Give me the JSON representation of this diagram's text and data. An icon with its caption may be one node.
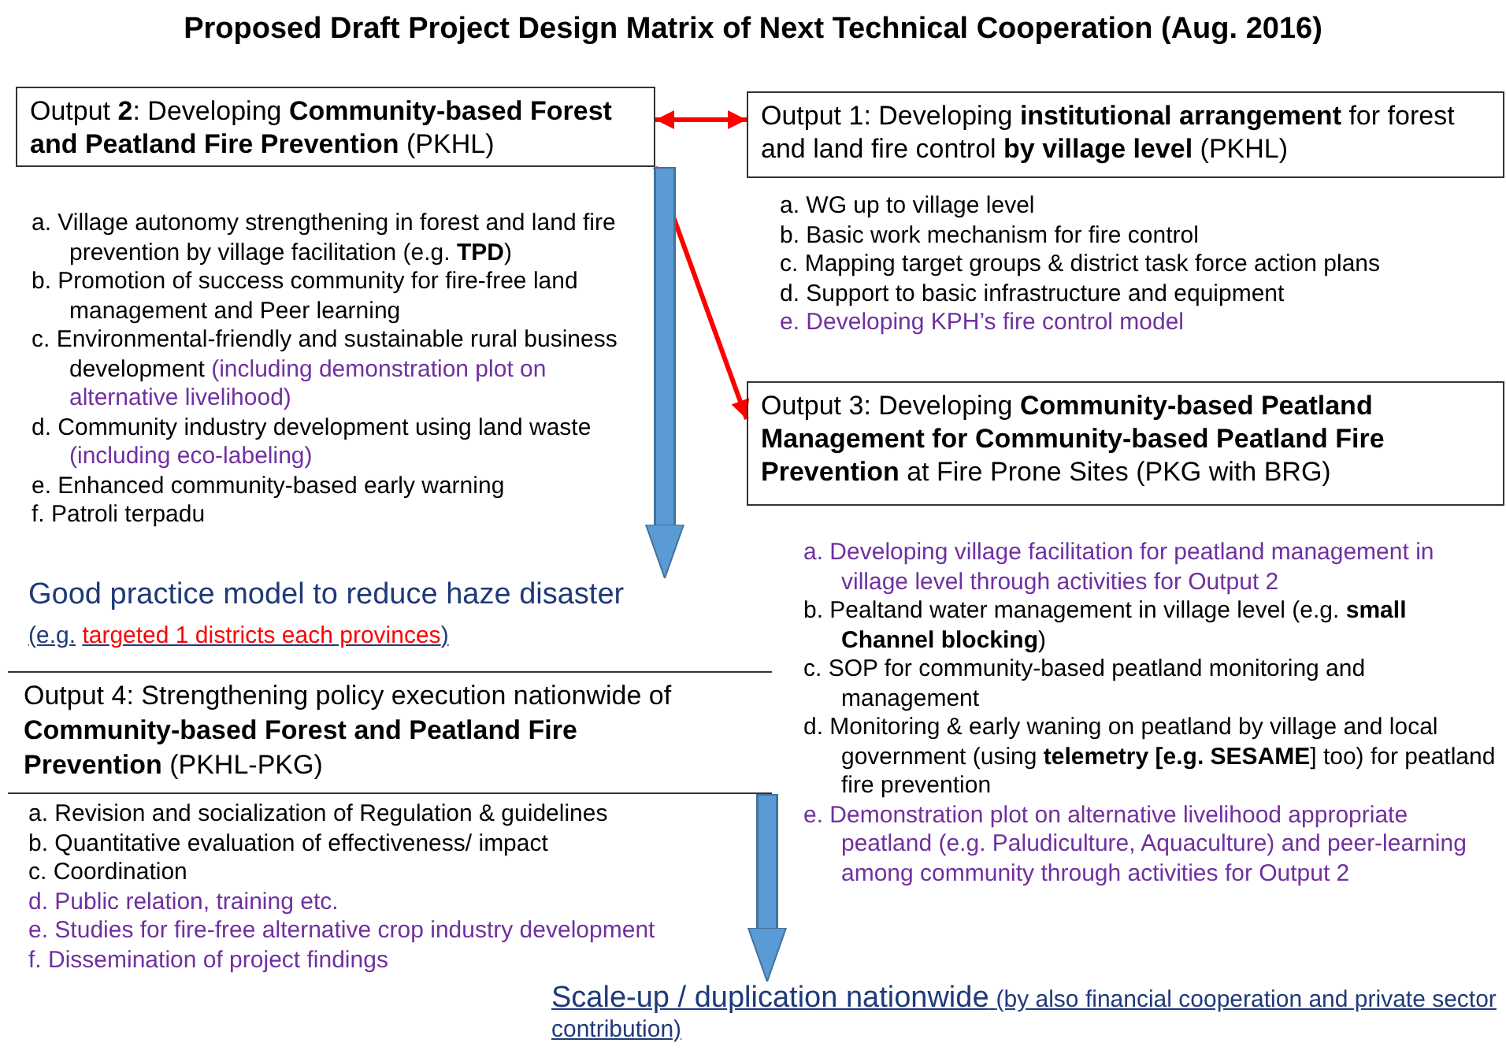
{
  "diagram": {
    "title": "Proposed Draft Project Design Matrix of Next Technical Cooperation (Aug. 2016)",
    "nodes": [
      {
        "text": [
          "Output **2**: Developing **Community-based Forest and Peatland Fire Prevention** (PKHL)"
        ],
        "beside": [
          "a. Village autonomy strengthening in forest and land fire prevention by village facilitation (e.g. **TPD**)",
          "b. Promotion of success community for fire-free land management and Peer learning",
          "c. Environmental-friendly and sustainable rural business development",
          "(including demonstration plot on alternative livelihood)",
          "d. Community industry development using land waste",
          "(including eco-labeling)",
          "e. Enhanced community-based early warning",
          "f. Patroli terpadu"
        ]
      },
      {
        "text": [
          "Output 1: Developing **institutional arrangement** for forest and land fire control **by village level** (PKHL)"
        ],
        "beside": [
          "a. WG up to village level",
          "b. Basic work mechanism for fire control",
          "c. Mapping target groups & district task force action plans",
          "d. Support to basic infrastructure and equipment",
          "e. Developing KPH’s fire control model"
        ]
      },
      {
        "text": [
          "Output 3: Developing **Community-based Peatland Management for Community-based Peatland Fire Prevention** at Fire Prone Sites (PKG with BRG)"
        ],
        "beside": [
          "a. Developing village facilitation for peatland management in village level through activities for Output 2",
          "b. Pealtand water management in village level (e.g. **small Channel blocking**)",
          "c. SOP for community-based peatland monitoring and management",
          "d. Monitoring & early waning on peatland by village and local government (using **telemetry [e.g. SESAME**] too) for peatland fire prevention",
          "e. Demonstration plot on alternative livelihood appropriate peatland (e.g. Paludiculture, Aquaculture) and peer-learning among community through activities for Output 2"
        ]
      },
      {
        "text": [
          "Good practice model to reduce haze disaster"
        ],
        "beside": [
          "(e.g.",
          "targeted 1 districts each provinces",
          ")"
        ]
      },
      {
        "text": [
          "Output 4: Strengthening policy execution nationwide of **Community-based Forest and Peatland Fire Prevention** (PKHL-PKG)"
        ],
        "beside": [
          "a. Revision and socialization of Regulation & guidelines",
          "b. Quantitative evaluation of effectiveness/ impact",
          "c. Coordination",
          "d. Public relation, training etc.",
          "e. Studies for fire-free alternative crop industry development",
          "f. Dissemination of project findings"
        ]
      },
      {
        "text": [
          "Scale-up / duplication nationwide",
          "(by also financial cooperation and private sector contribution)"
        ]
      }
    ],
    "edges": [
      {
        "from": 0,
        "to": 1,
        "arrow": "both",
        "color": "#ff0000"
      },
      {
        "from": 0,
        "to": 2,
        "arrow": "to",
        "color": "#ff0000"
      },
      {
        "from": 0,
        "to": 3,
        "arrow": "to",
        "style": "thick",
        "color": "#5b9bd5"
      },
      {
        "from": 4,
        "to": 5,
        "arrow": "to",
        "style": "thick",
        "color": "#5b9bd5"
      }
    ]
  }
}
